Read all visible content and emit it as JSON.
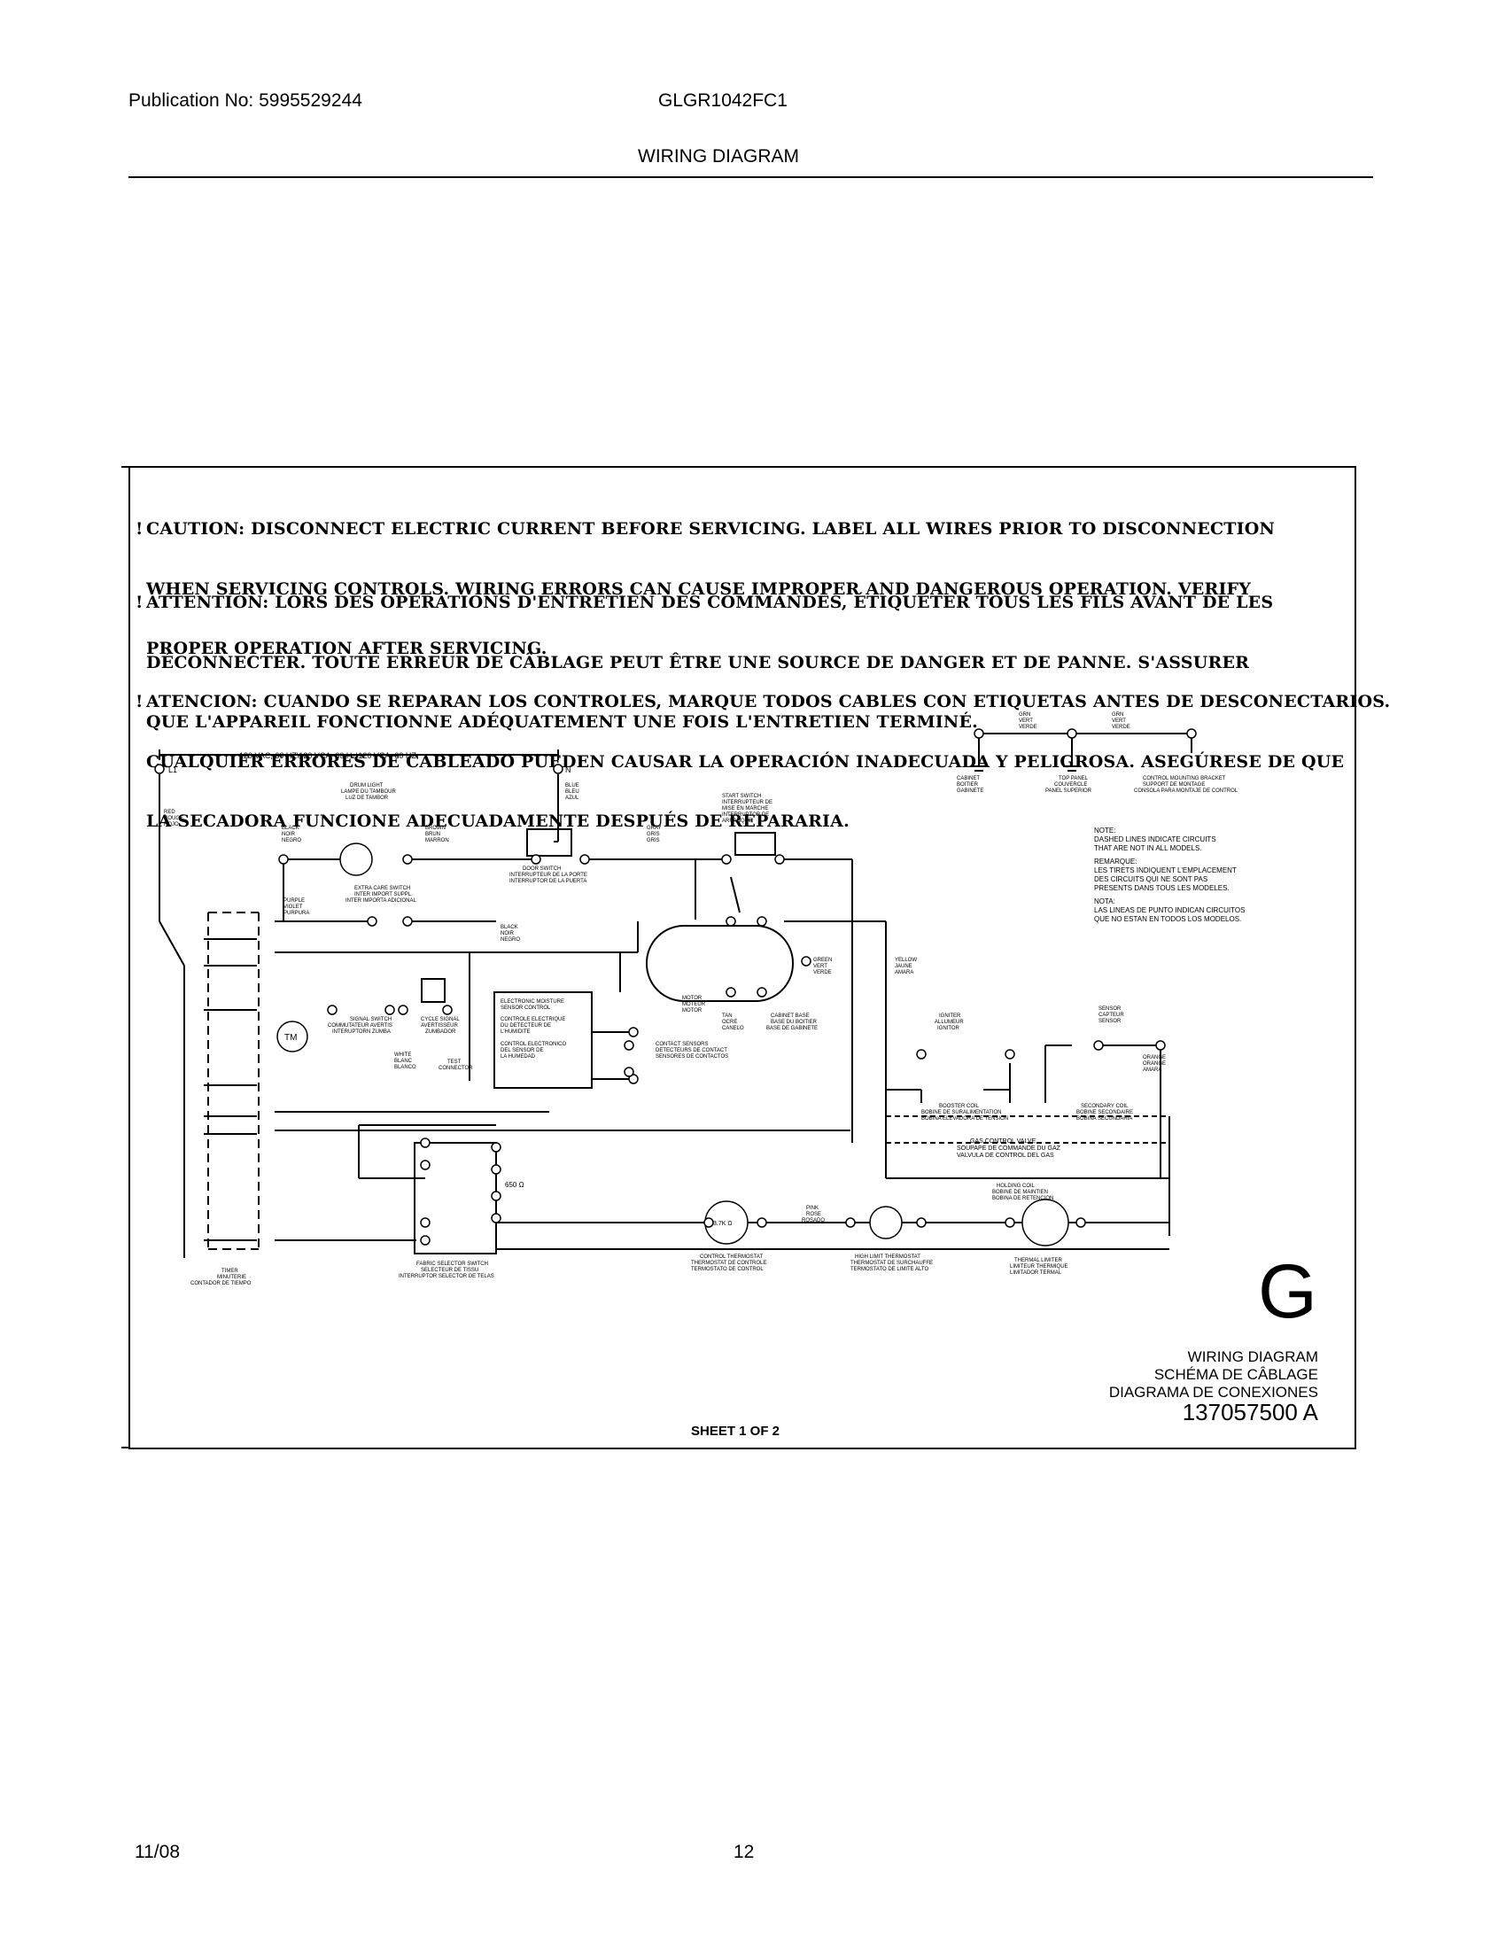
{
  "header": {
    "publication": "Publication No: 5995529244",
    "model": "GLGR1042FC1",
    "section_title": "WIRING DIAGRAM"
  },
  "warnings": {
    "en": [
      "CAUTION: DISCONNECT ELECTRIC CURRENT BEFORE SERVICING. LABEL ALL WIRES PRIOR TO DISCONNECTION",
      "WHEN SERVICING CONTROLS. WIRING ERRORS CAN CAUSE IMPROPER AND DANGEROUS OPERATION. VERIFY",
      "PROPER OPERATION AFTER SERVICING."
    ],
    "fr": [
      "ATTENTION: LORS DES OPÉRATIONS D'ENTRETIEN DES COMMANDES, ÉTIQUETER TOUS LES FILS AVANT DE LES",
      "DÉCONNECTER. TOUTE ERREUR DE CÂBLAGE PEUT ÊTRE UNE SOURCE DE DANGER ET DE PANNE. S'ASSURER",
      "QUE L'APPAREIL FONCTIONNE ADÉQUATEMENT UNE FOIS L'ENTRETIEN TERMINÉ."
    ],
    "es": [
      "ATENCION: CUANDO SE REPARAN LOS CONTROLES, MARQUE TODOS CABLES CON ETIQUETAS ANTES DE DESCONECTARIOS.",
      "CUALQUIER ERRORES DE CABLEADO PUEDEN CAUSAR LA OPERACIÓN INADECUADA Y PELIGROSA. ASEGÚRESE DE QUE",
      "LA SECADORA FUNCIONE ADECUADAMENTE DESPUÉS DE REPARARIA."
    ]
  },
  "diagram": {
    "supply": "120 VAC, 60 HZ\\120 VCA, 60 Hz\\120 VCA, 60 HZ",
    "l1": "L1",
    "n": "N",
    "note": [
      "NOTE:",
      "DASHED LINES INDICATE CIRCUITS",
      "THAT ARE NOT IN ALL MODELS.",
      "REMARQUE:",
      "LES TIRETS INDIQUENT L'EMPLACEMENT",
      "DES CIRCUITS QUI NE SONT PAS",
      "PRESENTS DANS TOUS LES MODELES.",
      "NOTA:",
      "LAS LINEAS DE PUNTO INDICAN CIRCUITOS",
      "QUE NO ESTAN EN TODOS LOS MODELOS."
    ],
    "grounds": [
      {
        "wire": [
          "GRN",
          "VERT",
          "VERDE"
        ],
        "label": [
          "CABINET",
          "BOITIER",
          "GABINETE"
        ]
      },
      {
        "wire": [
          "GRN",
          "VERT",
          "VERDE"
        ],
        "label": [
          "TOP PANEL",
          "COUVERCLE",
          "PANEL SUPERIOR"
        ]
      },
      {
        "wire": [
          "GRN",
          "VERT",
          "VERDE"
        ],
        "label": [
          "CONTROL MOUNTING BRACKET",
          "SUPPORT DE MONTAGE",
          "CONSOLA PARA MONTAJE DE CONTROL"
        ]
      }
    ],
    "labels": {
      "red_rouge_rojo": [
        "RED",
        "ROUGE",
        "ROJO"
      ],
      "black_noir_negro": [
        "BLACK",
        "NOIR",
        "NEGRO"
      ],
      "drum_light": [
        "DRUM LIGHT",
        "LAMPE DU TAMBOUR",
        "LUZ DE TAMBOR"
      ],
      "brown": [
        "BROWN",
        "BRUN",
        "MARRON"
      ],
      "blue": [
        "BLUE",
        "BLEU",
        "AZUL"
      ],
      "door_switch": [
        "DOOR SWITCH",
        "INTERRUPTEUR DE LA PORTE",
        "INTERRUPTOR DE LA PUERTA"
      ],
      "gray": [
        "GRAY",
        "GRIS",
        "GRIS"
      ],
      "start_switch": [
        "START SWITCH",
        "INTERRUPTEUR DE",
        "MISE EN MARCHE",
        "INTERRUPTOR DE",
        "ARRANQUE"
      ],
      "purple": [
        "PURPLE",
        "VIOLET",
        "PURPURA"
      ],
      "extra_care": [
        "EXTRA CARE SWITCH",
        "INTER IMPORT SUPPL.",
        "INTER IMPORTA ADICIONAL"
      ],
      "black2": [
        "BLACK",
        "NOIR",
        "NEGRO"
      ],
      "yellow": [
        "YELLOW",
        "JAUNE",
        "AMARA"
      ],
      "green": [
        "GREEN",
        "VERT",
        "VERDE"
      ],
      "motor": [
        "MOTOR",
        "MOTEUR",
        "MOTOR"
      ],
      "tan": [
        "TAN",
        "OCRE",
        "CANELO"
      ],
      "cabinet_base": [
        "CABINET BASE",
        "BASE DU BOITIER",
        "BASE DE GABINETE"
      ],
      "signal_switch": [
        "SIGNAL SWITCH",
        "COMMUTATEUR AVERTIS",
        "INTERUPTORN ZUMBA"
      ],
      "cycle_signal": [
        "CYCLE SIGNAL",
        "AVERTISSEUR",
        "ZUMBADOR"
      ],
      "ems_control": [
        "ELECTRONIC MOISTURE",
        "SENSOR CONTROL",
        "CONTROLE ELECTRIQUE",
        "DU DETECTEUR DE",
        "L'HUMIDITE",
        "CONTROL ELECTRONICO",
        "DEL SENSOR DE",
        "LA HUMEDAD"
      ],
      "contact_sensors": [
        "CONTACT SENSORS",
        "DETECTEURS DE CONTACT",
        "SENSORES DE CONTACTOS"
      ],
      "white": [
        "WHITE",
        "BLANC",
        "BLANCO"
      ],
      "test_connector": [
        "TEST",
        "CONNECTOR"
      ],
      "igniter": [
        "IGNITER",
        "ALLUMEUR",
        "IGNITOR"
      ],
      "sensor": [
        "SENSOR",
        "CAPTEUR",
        "SENSOR"
      ],
      "orange": [
        "ORANGE",
        "ORANGE",
        "AMARA"
      ],
      "booster_coil": [
        "BOOSTER COIL",
        "BOBINE DE SURALIMENTATION",
        "BOBINA ELEVADORA DE TENSION"
      ],
      "secondary_coil": [
        "SECONDARY COIL",
        "BOBINE SECONDAIRE",
        "BOBINA SECUNDARIA"
      ],
      "gas_valve": [
        "GAS CONTROL VALVE",
        "SOUPAPE DE COMMANDE DU GAZ",
        "VALVULA DE CONTROL DEL GAS"
      ],
      "holding_coil": [
        "HOLDING COIL",
        "BOBINE DE MAINTIEN",
        "BOBINA DE RETENCION"
      ],
      "timer": [
        "TIMER",
        "MINUTERIE",
        "CONTADOR DE TIEMPO"
      ],
      "fabric_selector": [
        "FABRIC SELECTOR SWITCH",
        "SELECTEUR DE TISSU",
        "INTERRUPTOR SELECTOR DE TELAS"
      ],
      "control_thermostat": [
        "CONTROL THERMOSTAT",
        "THERMOSTAT DE CONTROLE",
        "TERMOSTATO DE CONTROL"
      ],
      "high_limit": [
        "HIGH LIMIT THERMOSTAT",
        "THERMOSTAT DE SURCHAUFFE",
        "TERMOSTATO DE LIMITE ALTO"
      ],
      "thermal_limiter": [
        "THERMAL LIMITER",
        "LIMITEUR THERMIQUE",
        "LIMITADOR TERMAL"
      ],
      "pink": [
        "PINK",
        "ROSE",
        "ROSADO"
      ],
      "resistor": "650 Ω",
      "therm_value": "3.7K Ω",
      "tm": "TM"
    },
    "sheet": "SHEET 1 OF 2",
    "big_letter": "G",
    "title_block": [
      "WIRING DIAGRAM",
      "SCHÉMA DE CÂBLAGE",
      "DIAGRAMA DE CONEXIONES"
    ],
    "part_number": "137057500  A"
  },
  "footer": {
    "date": "11/08",
    "page": "12"
  }
}
